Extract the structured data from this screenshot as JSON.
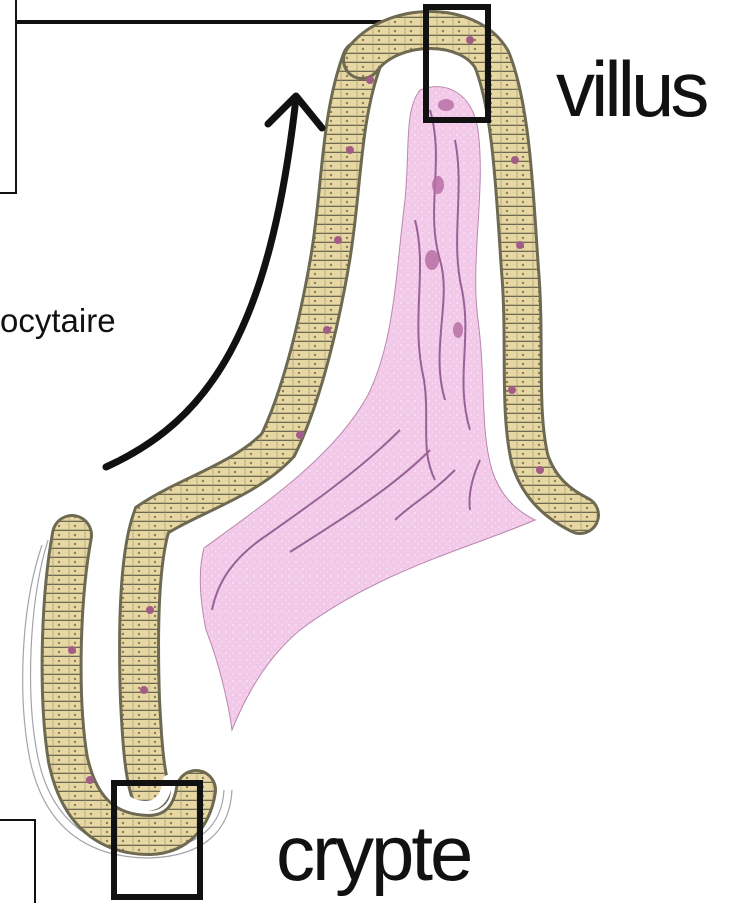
{
  "labels": {
    "villus": "villus",
    "crypte": "crypte",
    "partial_left": "ocytaire"
  },
  "colors": {
    "line": "#111111",
    "lamina_propria": "#f0c4e6",
    "lamina_edge": "#7a3f7a",
    "epithelium_cells": "#e7d7a2",
    "epithelium_border": "#6e6a52",
    "goblet_cells": "#a35c86"
  },
  "icons": {
    "migration_arrow": "curved-up-arrow",
    "villus_tip_box": "square-outline",
    "crypt_base_box": "square-outline"
  }
}
